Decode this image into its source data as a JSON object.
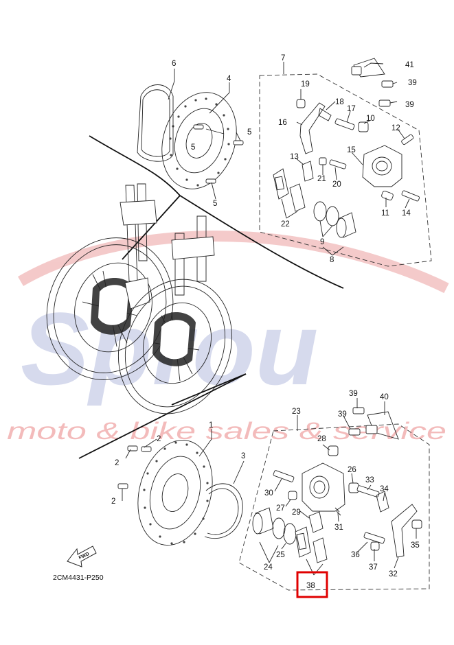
{
  "diagram": {
    "drawing_code": "2CM4431-P250",
    "fwd_label": "FWD",
    "watermark": {
      "brand": "Sprou",
      "tagline": "moto & bike sales & service"
    },
    "highlight_color": "#e00000",
    "callouts_top": {
      "c1": "1",
      "c2a": "2",
      "c2b": "2",
      "c2c": "2",
      "c3": "3",
      "c4": "4",
      "c5a": "5",
      "c5b": "5",
      "c5c": "5",
      "c6": "6",
      "c7": "7",
      "c8": "8",
      "c9": "9",
      "c10": "10",
      "c11": "11",
      "c12": "12",
      "c13": "13",
      "c14": "14",
      "c15": "15",
      "c16": "16",
      "c17": "17",
      "c18": "18",
      "c19": "19",
      "c20": "20",
      "c21": "21",
      "c22": "22",
      "c39a": "39",
      "c39b": "39",
      "c41": "41"
    },
    "callouts_bottom": {
      "c23": "23",
      "c24": "24",
      "c25": "25",
      "c26": "26",
      "c27": "27",
      "c28": "28",
      "c29": "29",
      "c30": "30",
      "c31": "31",
      "c32": "32",
      "c33": "33",
      "c34": "34",
      "c35": "35",
      "c36": "36",
      "c37": "37",
      "c38": "38",
      "c39c": "39",
      "c39d": "39",
      "c40": "40"
    }
  }
}
